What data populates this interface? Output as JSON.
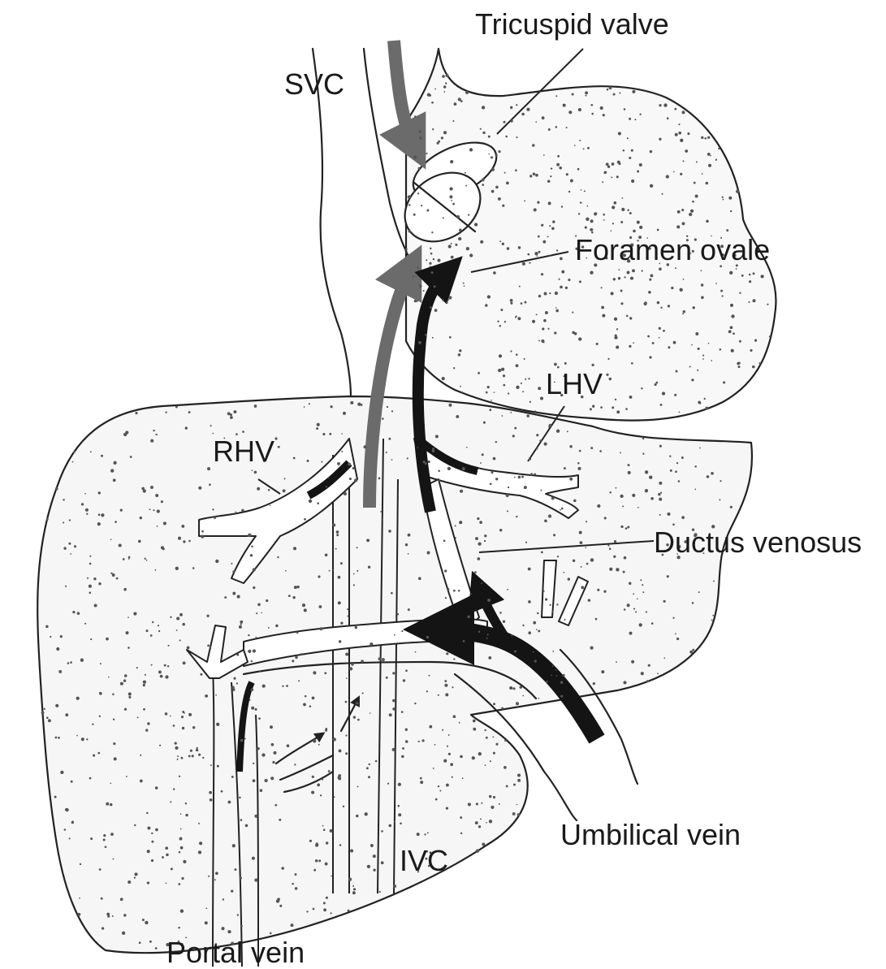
{
  "labels": {
    "tricuspid_valve": "Tricuspid valve",
    "svc": "SVC",
    "foramen_ovale": "Foramen ovale",
    "lhv": "LHV",
    "rhv": "RHV",
    "ductus_venosus": "Ductus venosus",
    "umbilical_vein": "Umbilical vein",
    "ivc": "IVC",
    "portal_vein": "Portal vein"
  },
  "colors": {
    "outline": "#222222",
    "stipple": "#555555",
    "grey_flow": "#6b6b6b",
    "black_flow": "#141414"
  }
}
